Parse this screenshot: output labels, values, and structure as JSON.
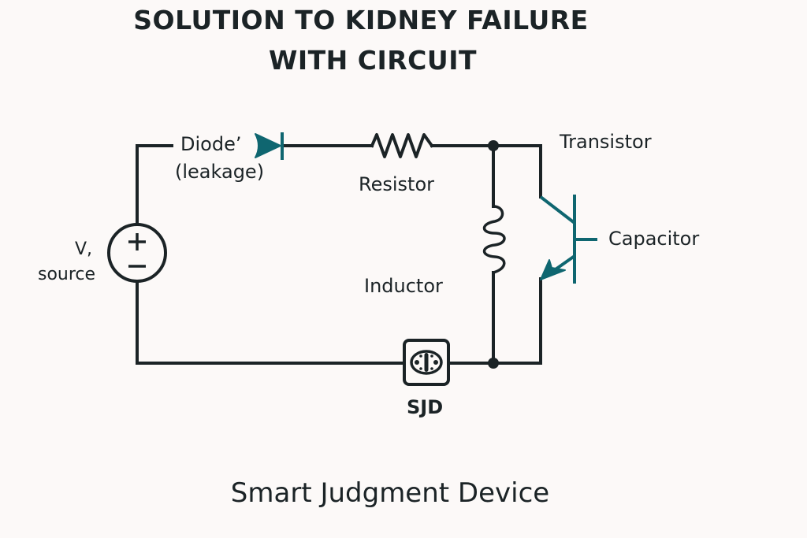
{
  "title": {
    "line1": "SOLUTION TO KIDNEY FAILURE",
    "line2": "WITH CIRCUIT"
  },
  "components": {
    "diode": {
      "label_line1": "Diode’",
      "label_line2": "(leakage)"
    },
    "resistor": {
      "label": "Resistor"
    },
    "transistor": {
      "label": "Transistor"
    },
    "capacitor": {
      "label": "Capacitor"
    },
    "inductor": {
      "label": "Inductor"
    },
    "source": {
      "label_line1": "V,",
      "label_line2": "source",
      "plus_symbol": "+",
      "minus_symbol": "−"
    },
    "sjd": {
      "label": "SJD"
    }
  },
  "caption": "Smart Judgment Device",
  "colors": {
    "wire": "#1b2326",
    "accent": "#0f6670",
    "background": "#fcf9f8"
  }
}
